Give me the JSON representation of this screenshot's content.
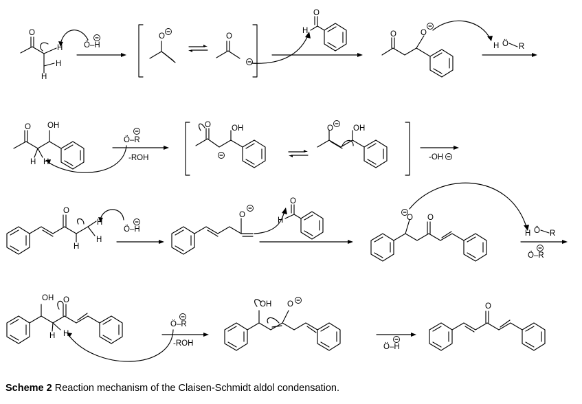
{
  "caption": {
    "label": "Scheme 2",
    "text": "Reaction mechanism of the Claisen-Schmidt aldol condensation."
  },
  "atoms": {
    "H": "H",
    "O": "O",
    "OH": "OH",
    "hydroxide": "HO",
    "alkoxide_base": "Ö–R",
    "hydroxide_base": "Ö–H",
    "alcohol_byproduct": "-ROH",
    "hydroxide_leaving": "-OH",
    "alcohol_proton_source": "Ö",
    "R": "R",
    "minus": "−"
  }
}
